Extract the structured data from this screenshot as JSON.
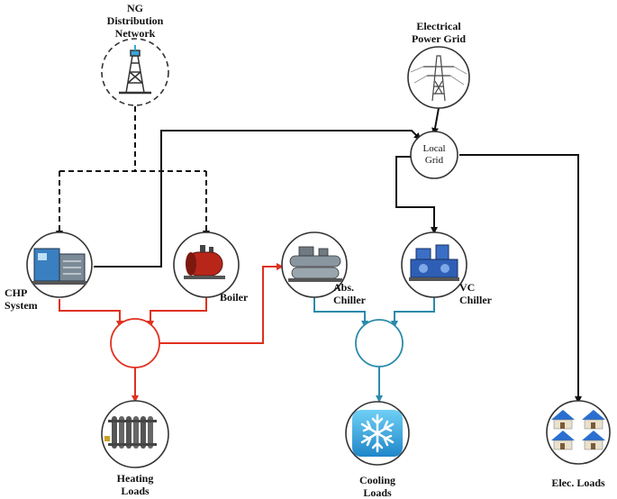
{
  "nodes": {
    "ng_network": {
      "label_line1": "NG",
      "label_line2": "Distribution",
      "label_line3": "Network",
      "icon": "drilling-rig-icon"
    },
    "power_grid": {
      "label_line1": "Electrical",
      "label_line2": "Power Grid",
      "icon": "transmission-tower-icon"
    },
    "local_grid": {
      "label_line1": "Local",
      "label_line2": "Grid"
    },
    "chp": {
      "label_line1": "CHP",
      "label_line2": "System",
      "icon": "generator-icon"
    },
    "boiler": {
      "label": "Boiler",
      "icon": "boiler-icon"
    },
    "abs_chiller": {
      "label_line1": "Abs.",
      "label_line2": "Chiller",
      "icon": "absorption-chiller-icon"
    },
    "vc_chiller": {
      "label_line1": "VC",
      "label_line2": "Chiller",
      "icon": "vc-chiller-icon"
    },
    "heating_loads": {
      "label_line1": "Heating",
      "label_line2": "Loads",
      "icon": "radiator-icon"
    },
    "cooling_loads": {
      "label_line1": "Cooling",
      "label_line2": "Loads",
      "icon": "snowflake-icon"
    },
    "elec_loads": {
      "label": "Elec. Loads",
      "icon": "houses-icon"
    }
  },
  "colors": {
    "gas_line": "#111111",
    "electric_line": "#111111",
    "heat_line": "#e0301e",
    "cooling_line": "#2a8bab",
    "circle_stroke": "#333333"
  }
}
